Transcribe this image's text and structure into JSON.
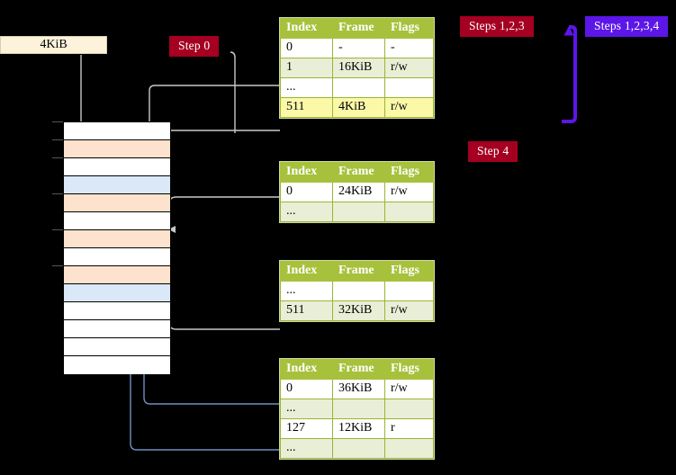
{
  "page": {
    "title": "Multi-level page table walk diagram",
    "background": "#000000"
  },
  "labels": {
    "memory_block": "4KiB",
    "step0": "Step 0",
    "steps123": "Steps 1,2,3",
    "steps1234": "Steps 1,2,3,4",
    "step4": "Step 4"
  },
  "colors": {
    "badge_red": "#a50021",
    "badge_blue": "#5c16e8",
    "table_header": "#a7c13c",
    "table_border": "#9ab534",
    "table_alt_row": "#e9eed6",
    "highlight": "#fbf8a8",
    "block_fill": "#fdf3dc",
    "mem_peach": "#fde3cd",
    "mem_blue": "#dbe8f7",
    "wire_gray": "#c9c9c9",
    "wire_blue": "#6f90c0",
    "arrow_blue": "#4a6fa5"
  },
  "tables": [
    {
      "id": "pml4",
      "headers": [
        "Index",
        "Frame",
        "Flags"
      ],
      "rows": [
        {
          "style": "plain",
          "cells": [
            "0",
            "-",
            "-"
          ],
          "highlight": false
        },
        {
          "style": "alt",
          "cells": [
            "1",
            "16KiB",
            "r/w"
          ],
          "highlight": false
        },
        {
          "style": "plain",
          "cells": [
            "...",
            "",
            ""
          ],
          "highlight": false
        },
        {
          "style": "alt",
          "cells": [
            "511",
            "4KiB",
            "r/w"
          ],
          "highlight": true
        }
      ]
    },
    {
      "id": "pdpt",
      "headers": [
        "Index",
        "Frame",
        "Flags"
      ],
      "rows": [
        {
          "style": "plain",
          "cells": [
            "0",
            "24KiB",
            "r/w"
          ],
          "highlight": false
        },
        {
          "style": "alt",
          "cells": [
            "...",
            "",
            ""
          ],
          "highlight": false
        }
      ]
    },
    {
      "id": "pd",
      "headers": [
        "Index",
        "Frame",
        "Flags"
      ],
      "rows": [
        {
          "style": "plain",
          "cells": [
            "...",
            "",
            ""
          ],
          "highlight": false
        },
        {
          "style": "alt",
          "cells": [
            "511",
            "32KiB",
            "r/w"
          ],
          "highlight": false
        }
      ]
    },
    {
      "id": "pt",
      "headers": [
        "Index",
        "Frame",
        "Flags"
      ],
      "rows": [
        {
          "style": "plain",
          "cells": [
            "0",
            "36KiB",
            "r/w"
          ],
          "highlight": false
        },
        {
          "style": "alt",
          "cells": [
            "...",
            "",
            ""
          ],
          "highlight": false
        },
        {
          "style": "plain",
          "cells": [
            "127",
            "12KiB",
            "r"
          ],
          "highlight": false
        },
        {
          "style": "alt",
          "cells": [
            "...",
            "",
            ""
          ],
          "highlight": false
        }
      ]
    }
  ],
  "memory_column": {
    "row_count": 14,
    "rows": [
      {
        "fill": "white"
      },
      {
        "fill": "peach"
      },
      {
        "fill": "white"
      },
      {
        "fill": "bluef"
      },
      {
        "fill": "peach"
      },
      {
        "fill": "white"
      },
      {
        "fill": "peach"
      },
      {
        "fill": "white"
      },
      {
        "fill": "peach"
      },
      {
        "fill": "bluef"
      },
      {
        "fill": "white"
      },
      {
        "fill": "white"
      },
      {
        "fill": "white"
      },
      {
        "fill": "white"
      }
    ],
    "tick_rows": [
      0,
      1,
      2,
      4,
      6,
      8
    ]
  }
}
